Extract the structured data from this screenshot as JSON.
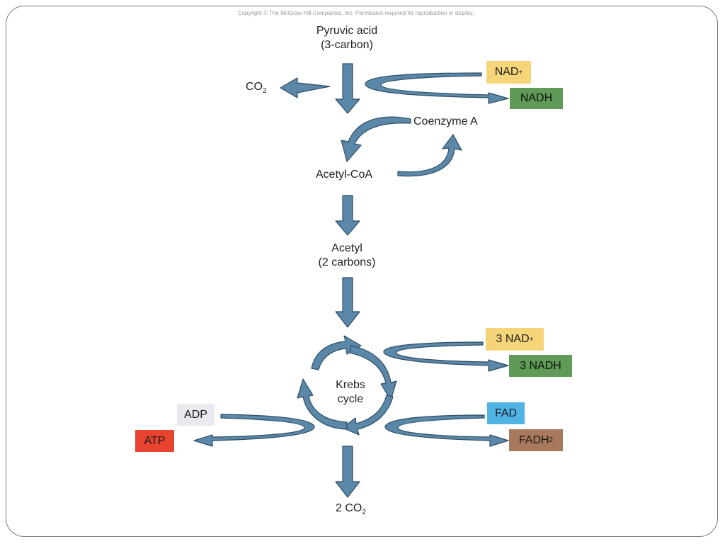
{
  "copyright": "Copyright © The McGraw-Hill Companies, Inc. Permission required for reproduction or display.",
  "labels": {
    "pyruvic_1": "Pyruvic acid",
    "pyruvic_2": "(3-carbon)",
    "co2_top": "CO",
    "co2_top_sub": "2",
    "coenzyme_a": "Coenzyme A",
    "acetyl_coa": "Acetyl-CoA",
    "acetyl_1": "Acetyl",
    "acetyl_2": "(2 carbons)",
    "krebs_1": "Krebs",
    "krebs_2": "cycle",
    "co2_bottom": "2 CO",
    "co2_bottom_sub": "2"
  },
  "boxes": {
    "nad_top": "NAD",
    "nad_top_sup": "+",
    "nadh_top": "NADH",
    "nad_3": "3 NAD",
    "nad_3_sup": "+",
    "nadh_3": "3 NADH",
    "fad": "FAD",
    "fadh2": "FADH",
    "fadh2_sub": "2",
    "adp": "ADP",
    "atp": "ATP"
  },
  "colors": {
    "arrow": "#5b87a8",
    "arrow_outline": "#2f4f66",
    "nad_box": "#f6d57a",
    "nadh_box": "#5f9a57",
    "fad_box": "#4fb4e3",
    "fadh2_box": "#a9795d",
    "atp_box": "#e8432e",
    "adp_box": "#ece8ef"
  }
}
